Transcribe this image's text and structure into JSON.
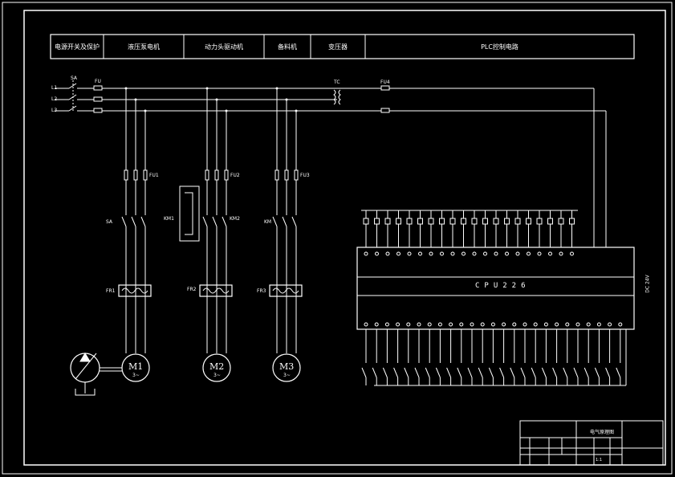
{
  "header": {
    "cells": [
      "电源开关及保护",
      "液压泵电机",
      "动力头驱动机",
      "备料机",
      "变压器",
      "PLC控制电路"
    ]
  },
  "supply": {
    "lines": [
      "L1",
      "L2",
      "L3"
    ],
    "switch": "SA",
    "fuse_main": "FU",
    "transformer": "TC",
    "fuse_ctrl": "FU4"
  },
  "branches": {
    "fuses": [
      "FU1",
      "FU2",
      "FU3"
    ],
    "contactors": [
      "SA",
      "KM1",
      "KM2",
      "KM"
    ],
    "relays": [
      "FR1",
      "FR2",
      "FR3"
    ],
    "motors": [
      {
        "name": "M1",
        "sub": "3~"
      },
      {
        "name": "M2",
        "sub": "3~"
      },
      {
        "name": "M3",
        "sub": "3~"
      }
    ]
  },
  "plc": {
    "model": "CPU226",
    "side_label": "DC 24V"
  },
  "title_block": {
    "title": "电气原理图",
    "scale": "1:1"
  }
}
